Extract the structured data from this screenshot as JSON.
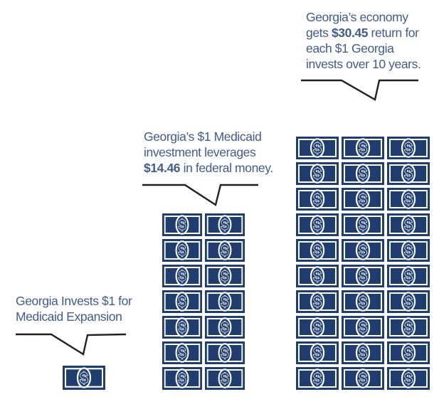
{
  "colors": {
    "bill_navy": "#1f3d6e",
    "caption_blue": "#3f5c8b",
    "callout_black": "#231f20",
    "background": "#ffffff"
  },
  "icons": {
    "dollar_glyph": "$",
    "bill_icon_description": "navy dollar bill with white oval and dollar sign"
  },
  "panels": {
    "invest": {
      "caption": {
        "line1": "Georgia Invests $1 for",
        "line2": "Medicaid Expansion"
      }
    },
    "federal": {
      "caption": {
        "line1": "Georgia’s $1 Medicaid",
        "line2": "investment leverages",
        "line3_amount": "$14.46",
        "line3_rest": " in federal money."
      }
    },
    "return": {
      "caption": {
        "line1": "Georgia’s economy",
        "line2_pre": "gets ",
        "line2_amount": "$30.45",
        "line2_rest": " return for",
        "line3": "each $1 Georgia",
        "line4": "invests over 10 years."
      }
    }
  },
  "chart_data": {
    "type": "bar",
    "variant": "pictograph",
    "unit": "US dollars per $1 Georgia Medicaid investment",
    "categories": [
      "Georgia invests $1 for Medicaid Expansion",
      "Federal money leveraged by Georgia's $1 Medicaid investment",
      "Return to Georgia's economy for each $1 invested over 10 years"
    ],
    "values": [
      1,
      14.46,
      30.45
    ],
    "value_labels": [
      "$1",
      "$14.46",
      "$30.45"
    ],
    "legend_position": "none",
    "grid": false,
    "groups": [
      {
        "name": "investment",
        "icons": 1,
        "columns": 1,
        "rows": 1
      },
      {
        "name": "federal_leverage",
        "icons": 14,
        "columns": 2,
        "rows": 7
      },
      {
        "name": "economic_return",
        "icons": 30,
        "columns": 3,
        "rows": 10
      }
    ]
  }
}
